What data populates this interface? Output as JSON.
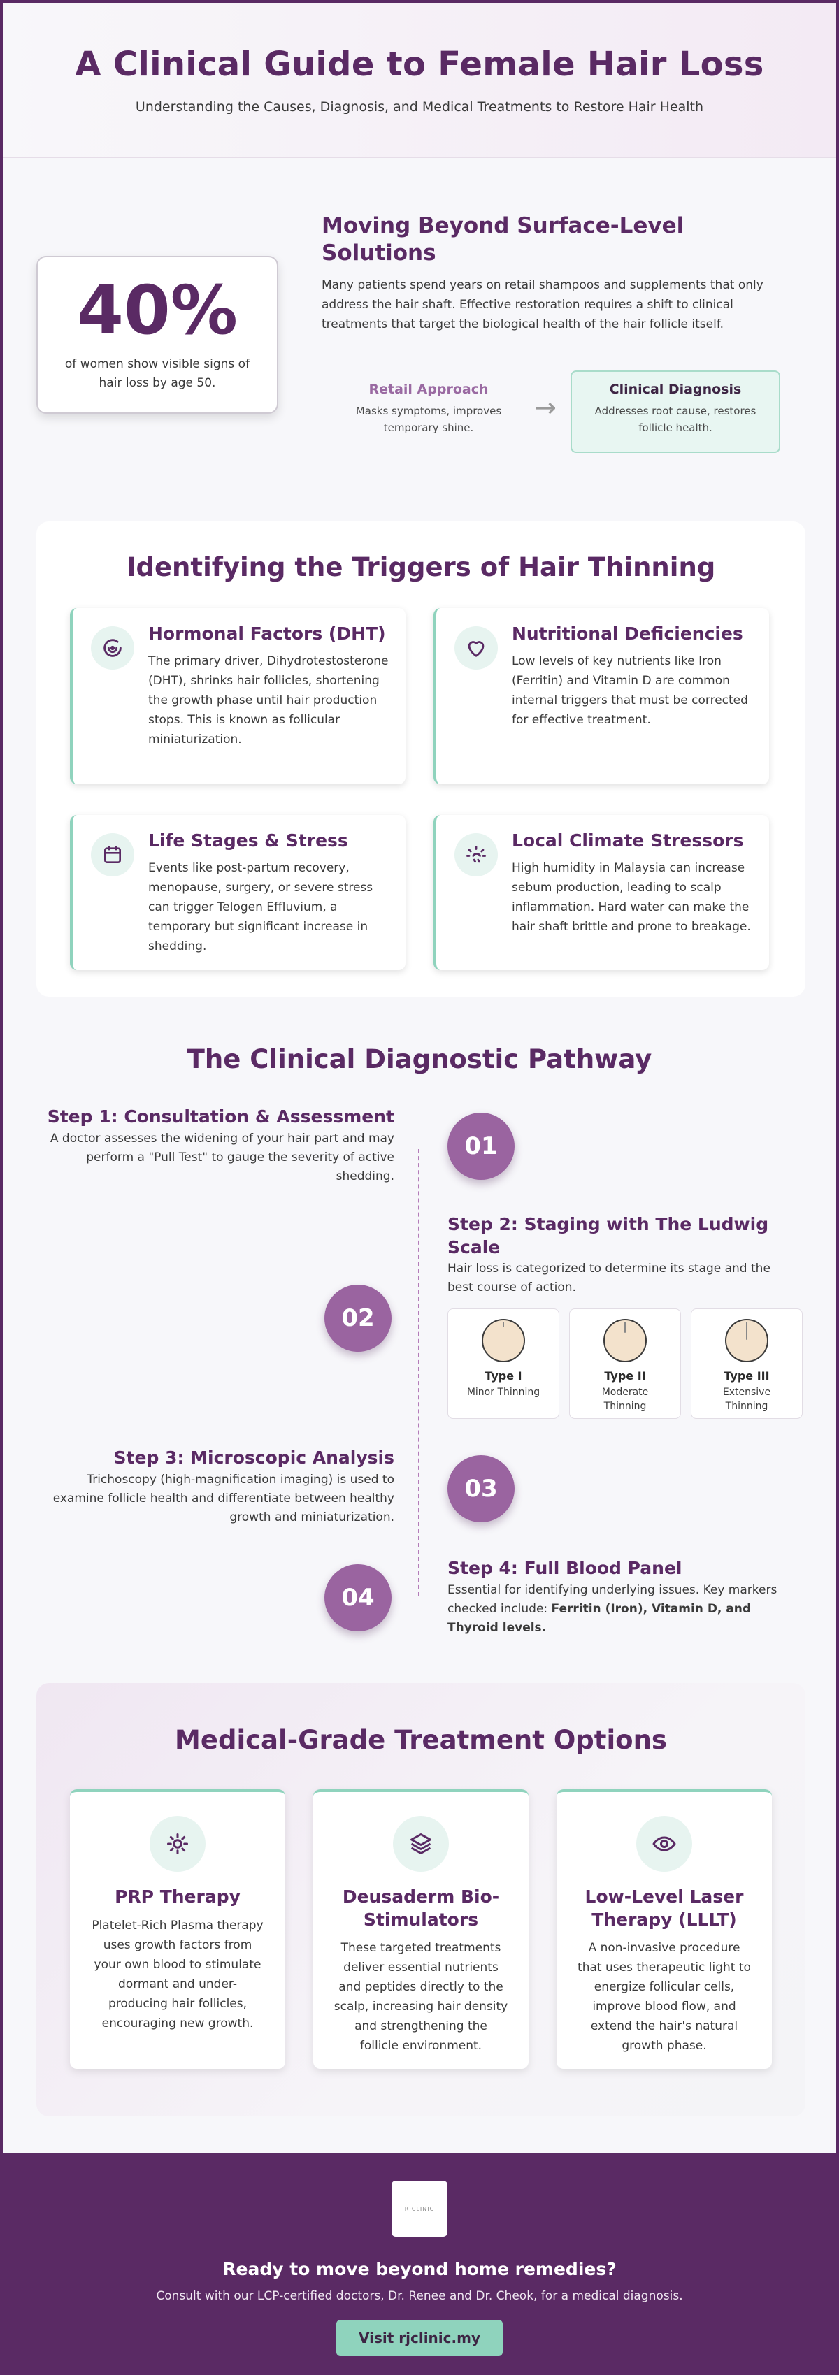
{
  "header": {
    "title": "A Clinical Guide to Female Hair Loss",
    "subtitle": "Understanding the Causes, Diagnosis, and Medical Treatments to Restore Hair Health"
  },
  "intro": {
    "stat": "40%",
    "stat_text": "of women show visible signs of hair loss by age 50.",
    "title": "Moving Beyond Surface-Level Solutions",
    "body": "Many patients spend years on retail shampoos and supplements that only address the hair shaft. Effective restoration requires a shift to clinical treatments that target the biological health of the hair follicle itself.",
    "retail_label": "Retail Approach",
    "retail_desc": "Masks symptoms, improves temporary shine.",
    "arrow": "→",
    "clinical_label": "Clinical Diagnosis",
    "clinical_desc": "Addresses root cause, restores follicle health."
  },
  "triggers": {
    "title": "Identifying the Triggers of Hair Thinning",
    "items": [
      {
        "icon": "dna-icon",
        "title": "Hormonal Factors (DHT)",
        "text": "The primary driver, Dihydrotestosterone (DHT), shrinks hair follicles, shortening the growth phase until hair production stops. This is known as follicular miniaturization."
      },
      {
        "icon": "heart-icon",
        "title": "Nutritional Deficiencies",
        "text": "Low levels of key nutrients like Iron (Ferritin) and Vitamin D are common internal triggers that must be corrected for effective treatment."
      },
      {
        "icon": "calendar-icon",
        "title": "Life Stages & Stress",
        "text": "Events like post-partum recovery, menopause, surgery, or severe stress can trigger Telogen Effluvium, a temporary but significant increase in shedding."
      },
      {
        "icon": "climate-icon",
        "title": "Local Climate Stressors",
        "text": "High humidity in Malaysia can increase sebum production, leading to scalp inflammation. Hard water can make the hair shaft brittle and prone to breakage."
      }
    ]
  },
  "pathway": {
    "title": "The Clinical Diagnostic Pathway",
    "steps": [
      {
        "num": "01",
        "title": "Step 1: Consultation & Assessment",
        "text": "A doctor assesses the widening of your hair part and may perform a \"Pull Test\" to gauge the severity of active shedding."
      },
      {
        "num": "02",
        "title": "Step 2: Staging with The Ludwig Scale",
        "text": "Hair loss is categorized to determine its stage and the best course of action."
      },
      {
        "num": "03",
        "title": "Step 3: Microscopic Analysis",
        "text": "Trichoscopy (high-magnification imaging) is used to examine follicle health and differentiate between healthy growth and miniaturization."
      },
      {
        "num": "04",
        "title": "Step 4: Full Blood Panel",
        "text": "Essential for identifying underlying issues. Key markers checked include: ",
        "text_bold": "Ferritin (Iron), Vitamin D, and Thyroid levels."
      }
    ],
    "stages": [
      {
        "name": "Type I",
        "desc": "Minor Thinning"
      },
      {
        "name": "Type II",
        "desc": "Moderate Thinning"
      },
      {
        "name": "Type III",
        "desc": "Extensive Thinning"
      }
    ]
  },
  "treatments": {
    "title": "Medical-Grade Treatment Options",
    "items": [
      {
        "icon": "sun-icon",
        "title": "PRP Therapy",
        "text": "Platelet-Rich Plasma therapy uses growth factors from your own blood to stimulate dormant and under-producing hair follicles, encouraging new growth."
      },
      {
        "icon": "layers-icon",
        "title": "Deusaderm Bio-Stimulators",
        "text": "These targeted treatments deliver essential nutrients and peptides directly to the scalp, increasing hair density and strengthening the follicle environment."
      },
      {
        "icon": "eye-icon",
        "title": "Low-Level Laser Therapy (LLLT)",
        "text": "A non-invasive procedure that uses therapeutic light to energize follicular cells, improve blood flow, and extend the hair's natural growth phase."
      }
    ]
  },
  "footer": {
    "logo_text": "R·CLINIC",
    "title": "Ready to move beyond home remedies?",
    "subtitle": "Consult with our LCP-certified doctors, Dr. Renee and Dr. Cheok, for a medical diagnosis.",
    "cta": "Visit rjclinic.my"
  },
  "colors": {
    "primary": "#5a2a64",
    "accent": "#9a64a0",
    "mint": "#8fd3bd"
  }
}
